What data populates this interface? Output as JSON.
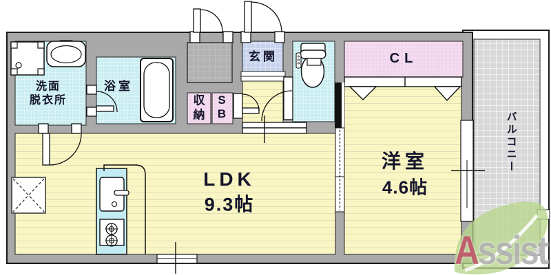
{
  "rooms": {
    "washroom": {
      "label": "洗面\n脱衣所"
    },
    "bathroom": {
      "label": "浴室"
    },
    "entrance": {
      "label": "玄関"
    },
    "storage": {
      "label": "収\n納"
    },
    "shoe_box": {
      "label": "S\nB"
    },
    "closet": {
      "label": "CL"
    },
    "ldk": {
      "label": "LDK",
      "size": "9.3帖"
    },
    "western_room": {
      "label": "洋室",
      "size": "4.6帖"
    },
    "balcony": {
      "label": "バルコニー"
    }
  },
  "logo": {
    "initial": "A",
    "rest": "ssist"
  },
  "colors": {
    "wall_gray": "#a9a9a9",
    "wet_area_cyan": "#c9edf1",
    "entrance_blue": "#c7d3ec",
    "room_yellow": "#f9f6c4",
    "closet_pink": "#f6def1",
    "balcony_gray": "#d8d8d8",
    "outline_black": "#1a1a1a",
    "logo_green": "#b7d68c",
    "logo_red": "#c1556a",
    "logo_gray": "#b2b2b2"
  }
}
